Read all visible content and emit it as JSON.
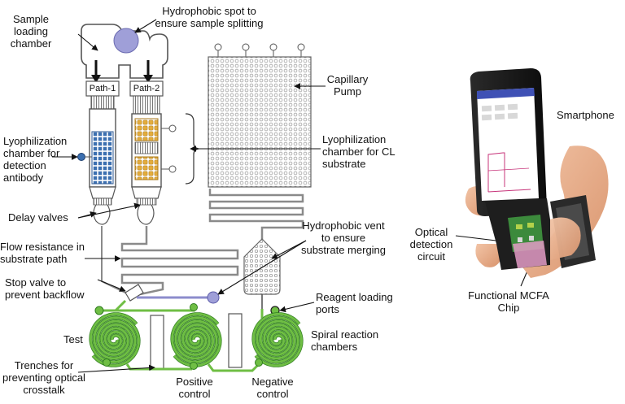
{
  "chip": {
    "path1": "Path-1",
    "path2": "Path-2"
  },
  "labels": {
    "sample_loading": "Sample\nloading\nchamber",
    "hydrophobic_spot": "Hydrophobic spot to\nensure sample splitting",
    "capillary_pump": "Capillary\nPump",
    "lyo_detection": "Lyophilization\nchamber for\ndetection\nantibody",
    "lyo_cl": "Lyophilization\nchamber for CL\nsubstrate",
    "delay_valves": "Delay valves",
    "flow_resistance": "Flow resistance in\nsubstrate path",
    "hydrophobic_vent": "Hydrophobic vent\nto ensure\nsubstrate merging",
    "stop_valve": "Stop valve to\nprevent backflow",
    "reagent_ports": "Reagent loading\nports",
    "test": "Test",
    "spiral_chambers": "Spiral reaction\nchambers",
    "trenches": "Trenches for\npreventing optical\ncrosstalk",
    "positive_control": "Positive\ncontrol",
    "negative_control": "Negative\ncontrol",
    "smartphone": "Smartphone",
    "optical_circuit": "Optical\ndetection\ncircuit",
    "functional_chip": "Functional MCFA\nChip"
  },
  "colors": {
    "spiral_green": "#6fbe44",
    "spiral_outline": "#2f7d1f",
    "detection_blue": "#3b6fb0",
    "substrate_gold": "#e3ac3c",
    "hydrophobic_purple": "#9f9fd8",
    "channel_gray": "#7a7a7a",
    "phone_screen_header": "#3f51b5",
    "skin": "#e9b08f"
  }
}
